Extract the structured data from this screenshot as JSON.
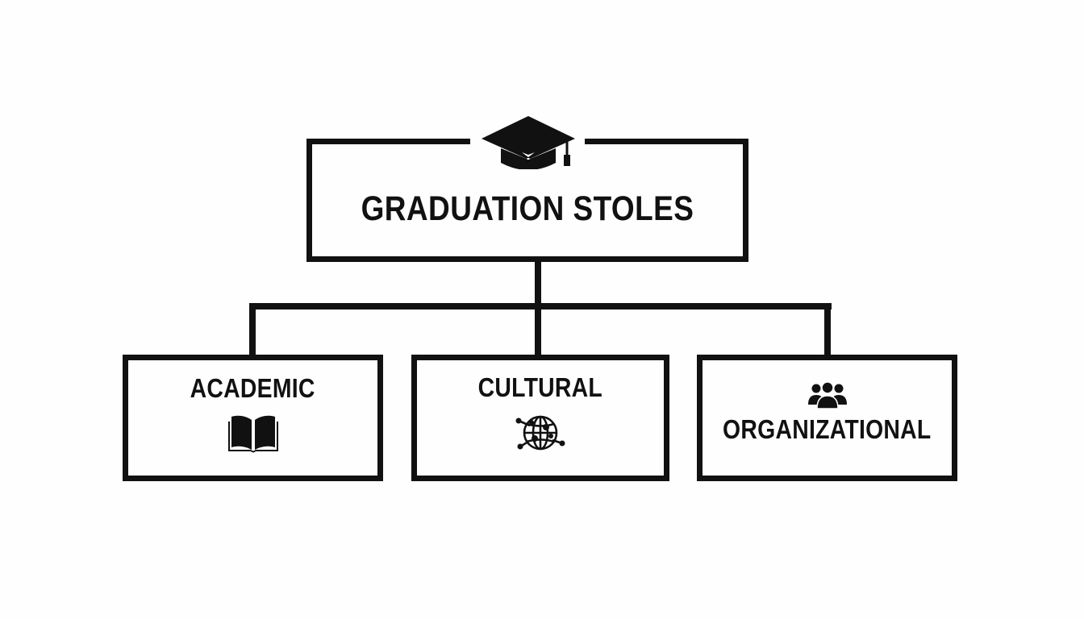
{
  "diagram": {
    "root": {
      "label": "GRADUATION STOLES",
      "icon": "graduation-cap-icon"
    },
    "children": [
      {
        "label": "ACADEMIC",
        "icon": "open-book-icon"
      },
      {
        "label": "CULTURAL",
        "icon": "globe-network-icon"
      },
      {
        "label": "ORGANIZATIONAL",
        "icon": "people-group-icon"
      }
    ],
    "colors": {
      "line": "#111111",
      "background": "#fefefe"
    }
  }
}
